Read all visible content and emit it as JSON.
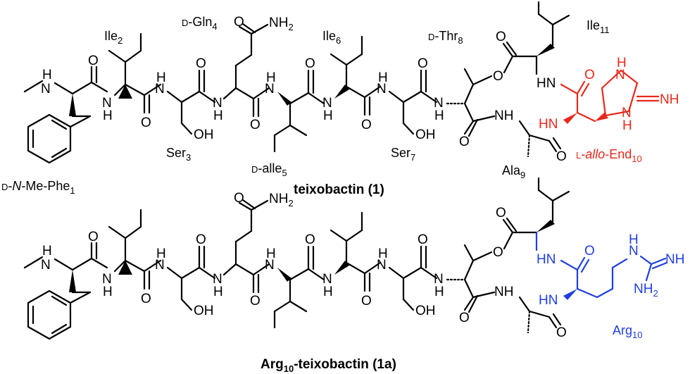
{
  "molecule1": {
    "title": "teixobactin (1)",
    "residue_labels": {
      "phe": "D-N-Me-Phe1",
      "ile2": "Ile2",
      "ser3": "Ser3",
      "gln4": "D-Gln4",
      "alle5": "D-alle5",
      "ile6": "Ile6",
      "ser7": "Ser7",
      "thr8": "D-Thr8",
      "ala9": "Ala9",
      "end10": "L-allo-End10",
      "ile11": "Ile11"
    }
  },
  "molecule2": {
    "title": "Arg10-teixobactin (1a)",
    "residue_labels": {
      "arg10": "Arg10"
    }
  },
  "atoms": {
    "nh": "NH",
    "h": "H",
    "n": "N",
    "o": "O",
    "oh": "OH",
    "nh2": "NH2"
  },
  "colors": {
    "end10_highlight": "#e8281c",
    "arg10_highlight": "#1f3fe0",
    "bonds": "#000000"
  }
}
